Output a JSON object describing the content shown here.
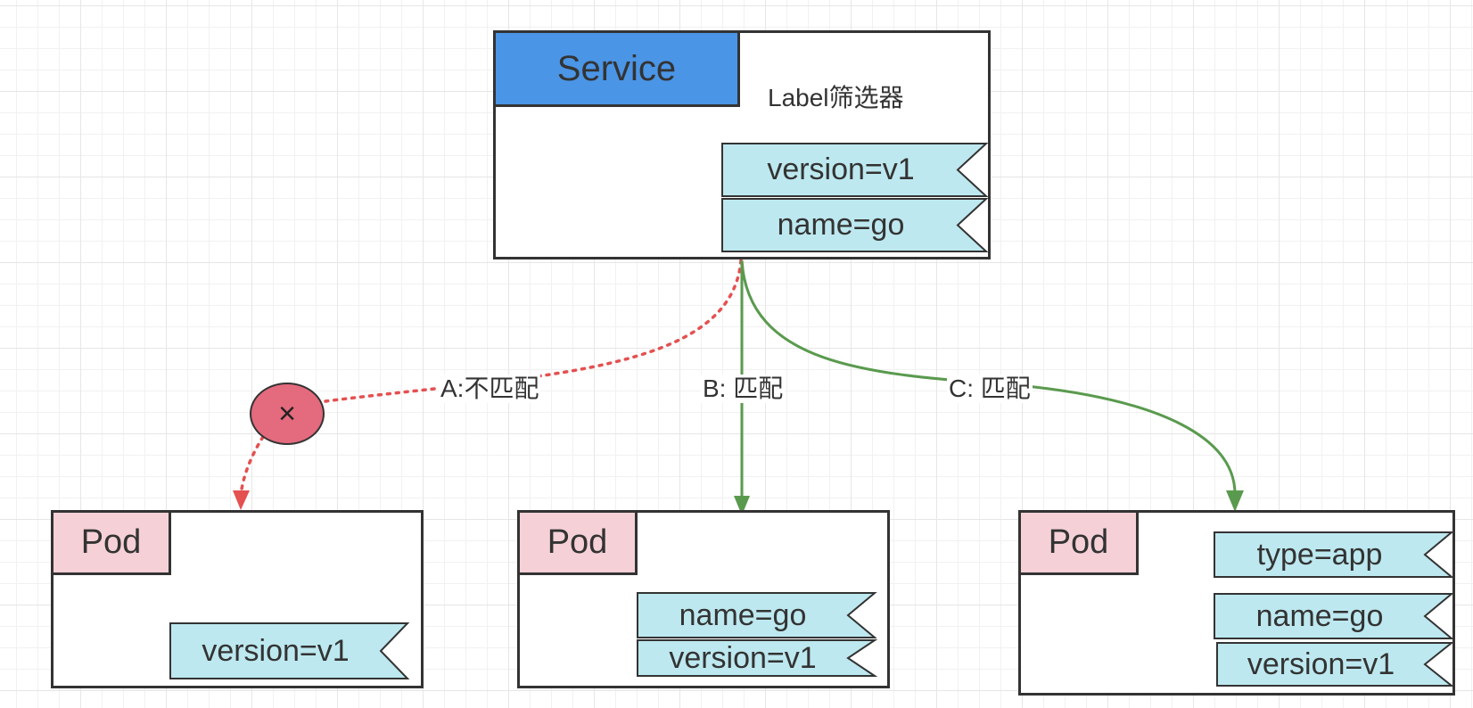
{
  "service": {
    "title": "Service",
    "filter_title": "Label筛选器",
    "labels": [
      "version=v1",
      "name=go"
    ]
  },
  "edges": {
    "a": "A:不匹配",
    "b": "B: 匹配",
    "c": "C: 匹配",
    "mismatch_symbol": "×"
  },
  "pods": [
    {
      "title": "Pod",
      "labels": [
        "version=v1"
      ]
    },
    {
      "title": "Pod",
      "labels": [
        "name=go",
        "version=v1"
      ]
    },
    {
      "title": "Pod",
      "labels": [
        "type=app",
        "name=go",
        "version=v1"
      ]
    }
  ],
  "colors": {
    "service_header": "#4a95e6",
    "pod_header": "#f5d1d7",
    "label_tag": "#bde8ef",
    "match_line": "#5a9a4e",
    "mismatch_line": "#e55050",
    "mismatch_marker": "#e46a7d"
  }
}
